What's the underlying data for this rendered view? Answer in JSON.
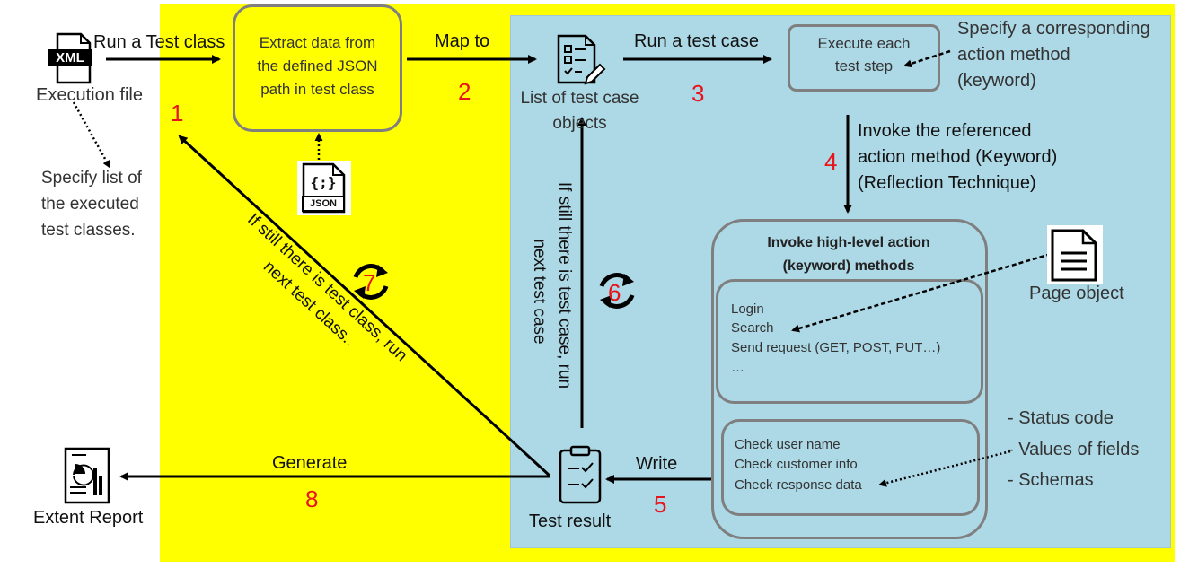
{
  "execution": {
    "file_label": "Execution file",
    "icon_text": "XML",
    "note": [
      "Specify list of",
      "the executed",
      "test classes."
    ]
  },
  "steps": {
    "run_test_class": "Run a Test class",
    "extract": [
      "Extract data from",
      "the defined JSON",
      "path in test class"
    ],
    "json_icon_braces": "{;}",
    "json_icon_text": "JSON",
    "map_to": "Map to",
    "list_objects": [
      "List of test case",
      "objects"
    ],
    "run_test_case": "Run a test case",
    "execute_step": [
      "Execute each",
      "test step"
    ],
    "specify_keyword": [
      "Specify a corresponding",
      "action method",
      "(keyword)"
    ],
    "invoke_referenced": [
      "Invoke the referenced",
      "action method (Keyword)",
      "(Reflection Technique)"
    ],
    "invoke_high_level": [
      "Invoke high-level action",
      "(keyword) methods"
    ],
    "actions": [
      "Login",
      "Search",
      "Send request (GET, POST, PUT…)",
      "…"
    ],
    "checks": [
      "Check user name",
      "Check customer info",
      "Check response data"
    ],
    "check_details": [
      "- Status code",
      "- Values of fields",
      "- Schemas"
    ],
    "page_object": "Page object",
    "write": "Write",
    "test_result": "Test result",
    "generate": "Generate",
    "extent_report": "Extent Report",
    "loop_case": [
      "If still there is test case, run",
      "next test case"
    ],
    "loop_class": [
      "If still there is test class, run",
      "next test class.."
    ]
  },
  "numbers": [
    "1",
    "2",
    "3",
    "4",
    "5",
    "6",
    "7",
    "8"
  ],
  "colors": {
    "yellow": "#ffff00",
    "blue": "#add8e6",
    "number_red": "#e8141c",
    "box_border": "#7f7f7f"
  }
}
